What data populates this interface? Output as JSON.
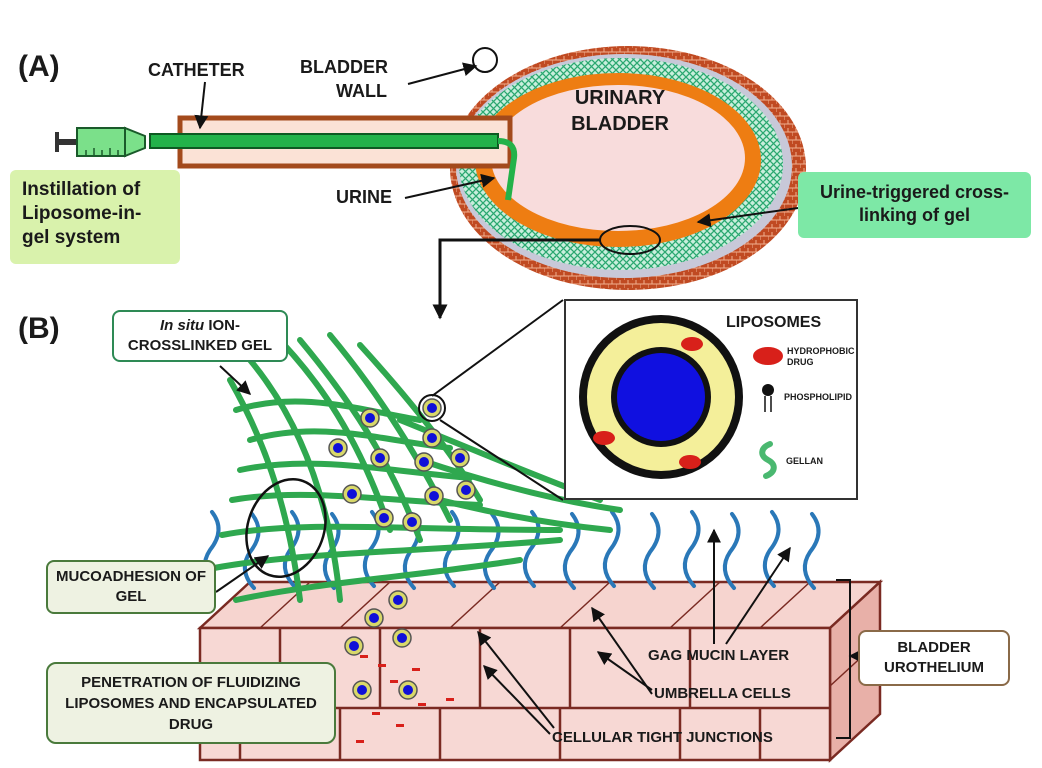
{
  "panel_a": {
    "tag": "(A)",
    "catheter": "CATHETER",
    "bladder_wall_1": "BLADDER",
    "bladder_wall_2": "WALL",
    "urinary_1": "URINARY",
    "urinary_2": "BLADDER",
    "urine": "URINE",
    "instillation": "Instillation of Liposome-in-gel system",
    "urine_triggered": "Urine-triggered cross-linking of gel"
  },
  "panel_b": {
    "tag": "(B)",
    "in_situ_italic": "In situ",
    "in_situ_rest": " ION-CROSSLINKED GEL",
    "mucoadhesion": "MUCOADHESION OF GEL",
    "penetration": "PENETRATION OF FLUIDIZING LIPOSOMES AND ENCAPSULATED DRUG",
    "bladder_urothelium": "BLADDER UROTHELIUM",
    "gag_mucin": "GAG MUCIN LAYER",
    "umbrella_cells": "UMBRELLA CELLS",
    "tight_junctions": "CELLULAR TIGHT JUNCTIONS"
  },
  "legend": {
    "title": "LIPOSOMES",
    "hydrophobic_1": "HYDROPHOBIC",
    "hydrophobic_2": "DRUG",
    "phospholipid": "PHOSPHOLIPID",
    "gellan": "GELLAN"
  },
  "colors": {
    "gel_green": "#2fa84f",
    "mucin_blue": "#2a78b8",
    "liposome_core": "#1010d8",
    "bladder_orange": "#ee7d12",
    "bladder_lumen": "#f8dcdc",
    "wall_red": "#b8441f",
    "drug_red": "#d8201a"
  }
}
